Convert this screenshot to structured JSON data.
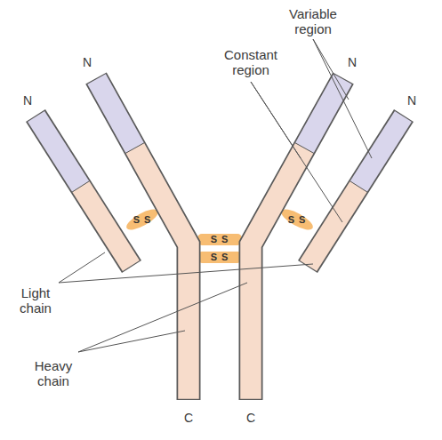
{
  "diagram": {
    "labels": [
      "Variable region",
      "Constant region",
      "Light chain",
      "Heavy chain",
      "N",
      "N",
      "N",
      "N",
      "C",
      "C",
      "S S",
      "S S",
      "S S",
      "S S"
    ]
  }
}
